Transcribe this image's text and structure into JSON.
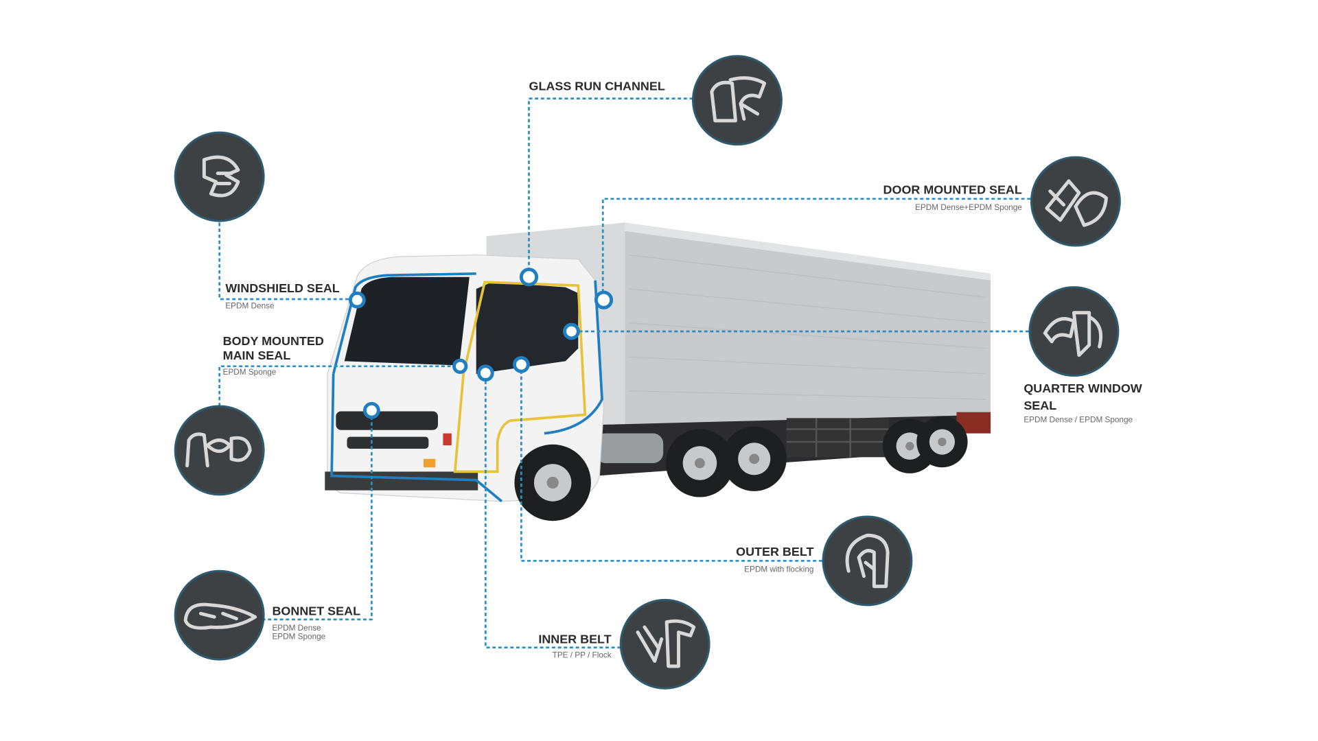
{
  "title": "Truck sealing systems",
  "colors": {
    "accent": "#2a8fc4",
    "badge": "#3d4144",
    "cab_outline_blue": "#1f7fc0",
    "door_outline_yellow": "#e8c33a"
  },
  "callouts": [
    {
      "id": "glass-run-channel",
      "title": "GLASS RUN CHANNEL",
      "material": [],
      "icon": "glass-run-channel-profile-icon"
    },
    {
      "id": "door-mounted-seal",
      "title": "DOOR MOUNTED SEAL",
      "material": [
        "EPDM Dense+EPDM Sponge"
      ],
      "icon": "door-mounted-seal-profile-icon"
    },
    {
      "id": "windshield-seal",
      "title": "WINDSHIELD SEAL",
      "material": [
        "EPDM Dense"
      ],
      "icon": "windshield-seal-profile-icon"
    },
    {
      "id": "body-mounted-main-seal",
      "title": [
        "BODY MOUNTED",
        "MAIN SEAL"
      ],
      "material": [
        "EPDM Sponge"
      ],
      "icon": "body-mounted-seal-profile-icon"
    },
    {
      "id": "quarter-window-seal",
      "title": [
        "QUARTER WINDOW",
        "SEAL"
      ],
      "material": [
        "EPDM Dense / EPDM Sponge"
      ],
      "icon": "quarter-window-seal-profile-icon"
    },
    {
      "id": "outer-belt",
      "title": "OUTER BELT",
      "material": [
        "EPDM with flocking"
      ],
      "icon": "outer-belt-profile-icon"
    },
    {
      "id": "inner-belt",
      "title": "INNER BELT",
      "material": [
        "TPE / PP / Flock"
      ],
      "icon": "inner-belt-profile-icon"
    },
    {
      "id": "bonnet-seal",
      "title": "BONNET SEAL",
      "material": [
        "EPDM Dense",
        "EPDM Sponge"
      ],
      "icon": "bonnet-seal-profile-icon"
    }
  ]
}
